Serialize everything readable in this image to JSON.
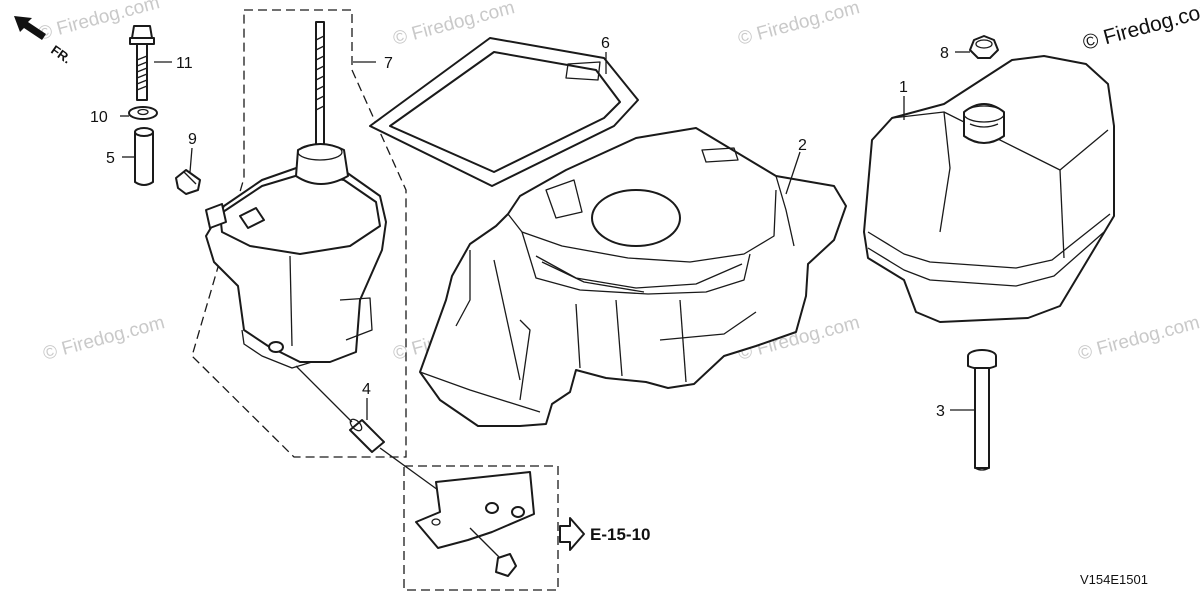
{
  "watermarks": {
    "main": "© Firedog.com",
    "faint": "© Firedog.com"
  },
  "direction_label": "FR.",
  "callouts": {
    "c1": "1",
    "c2": "2",
    "c3": "3",
    "c4": "4",
    "c5": "5",
    "c6": "6",
    "c7": "7",
    "c8": "8",
    "c9": "9",
    "c10": "10",
    "c11": "11"
  },
  "reference": "E-15-10",
  "drawing_code": "V154E1501",
  "icons": [
    "direction-arrow-icon",
    "reference-arrow-icon"
  ],
  "colors": {
    "line": "#1a1a1a",
    "watermark": "#c9c9c9",
    "background": "#ffffff"
  }
}
